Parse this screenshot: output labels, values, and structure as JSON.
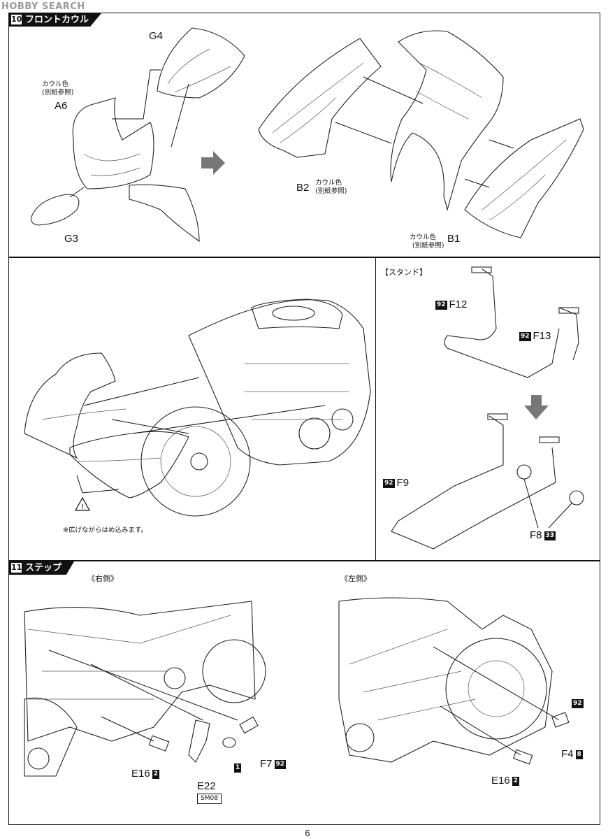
{
  "watermark": "HOBBY SEARCH",
  "page_number": "6",
  "step10": {
    "number": "10",
    "title": "フロントカウル",
    "labels": {
      "g4": "G4",
      "a6": "A6",
      "a6_color": "カウル色",
      "a6_ref": "(別紙参照)",
      "g3": "G3",
      "b2": "B2",
      "b2_color": "カウル色",
      "b2_ref": "(別紙参照)",
      "b1": "B1",
      "b1_color": "カウル色",
      "b1_ref": "(別紙参照)"
    },
    "note": "※広げながらはめ込みます。",
    "stand": {
      "title": "【スタンド】",
      "f12": "F12",
      "f12_badge": "92",
      "f13": "F13",
      "f13_badge": "92",
      "f9": "F9",
      "f9_badge": "92",
      "f8": "F8",
      "f8_badge": "33"
    }
  },
  "step11": {
    "number": "11",
    "title": "ステップ",
    "right_side": "《右側》",
    "left_side": "《左側》",
    "labels": {
      "e16_r": "E16",
      "e16_r_badge": "2",
      "e22": "E22",
      "e22_box": "SM08",
      "badge_1": "1",
      "f7": "F7",
      "f7_badge": "92",
      "e16_l": "E16",
      "e16_l_badge": "2",
      "f4": "F4",
      "f4_badge": "8",
      "f4_top_badge": "92"
    }
  }
}
